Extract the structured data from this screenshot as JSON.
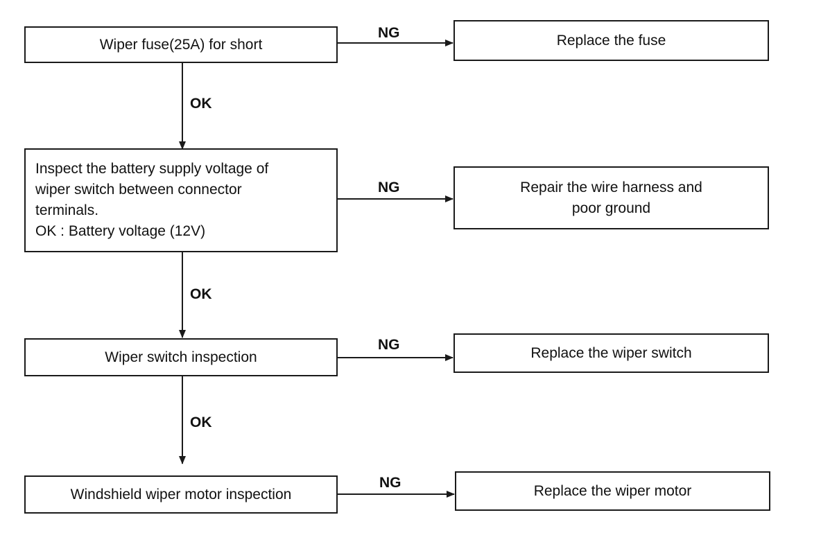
{
  "steps": [
    {
      "check": "Wiper fuse(25A) for short",
      "ng_label": "NG",
      "action": "Replace the fuse"
    },
    {
      "check_lines": [
        "Inspect the battery supply voltage of",
        "wiper switch between connector",
        "terminals.",
        "OK : Battery voltage (12V)"
      ],
      "ng_label": "NG",
      "action_lines": [
        "Repair the wire harness and",
        "poor ground"
      ]
    },
    {
      "check": "Wiper switch inspection",
      "ng_label": "NG",
      "action": "Replace the wiper switch"
    },
    {
      "check": "Windshield wiper motor inspection",
      "ng_label": "NG",
      "action": "Replace the wiper motor"
    }
  ],
  "ok_labels": [
    "OK",
    "OK",
    "OK"
  ]
}
